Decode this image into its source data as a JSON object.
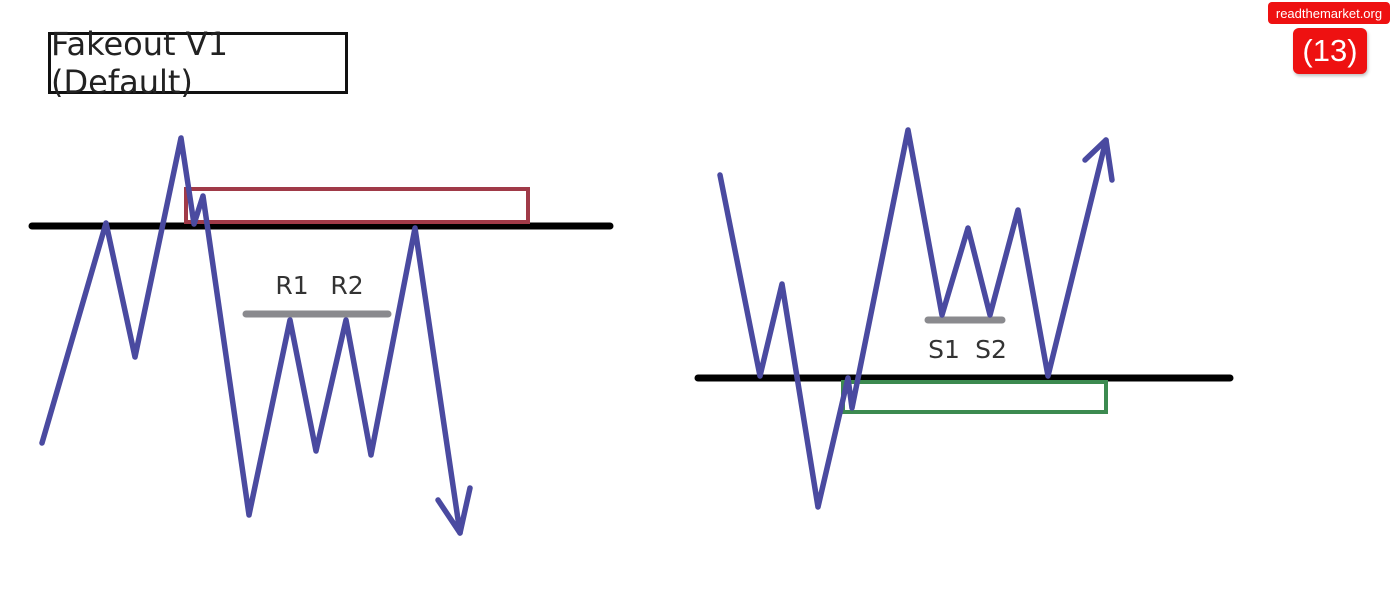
{
  "title": "Fakeout V1 (Default)",
  "watermark": {
    "site": "readthemarket.org",
    "count": "(13)"
  },
  "left_scenario": {
    "labels": [
      "R1",
      "R2"
    ]
  },
  "right_scenario": {
    "labels": [
      "S1",
      "S2"
    ]
  },
  "colors": {
    "price_path": "#4a4aa0",
    "level_line": "#000000",
    "fakeout_zone_bearish": "#a03a48",
    "fakeout_zone_bullish": "#3c8a50",
    "minor_level": "#8a8a8e",
    "badge": "#ee1111"
  }
}
